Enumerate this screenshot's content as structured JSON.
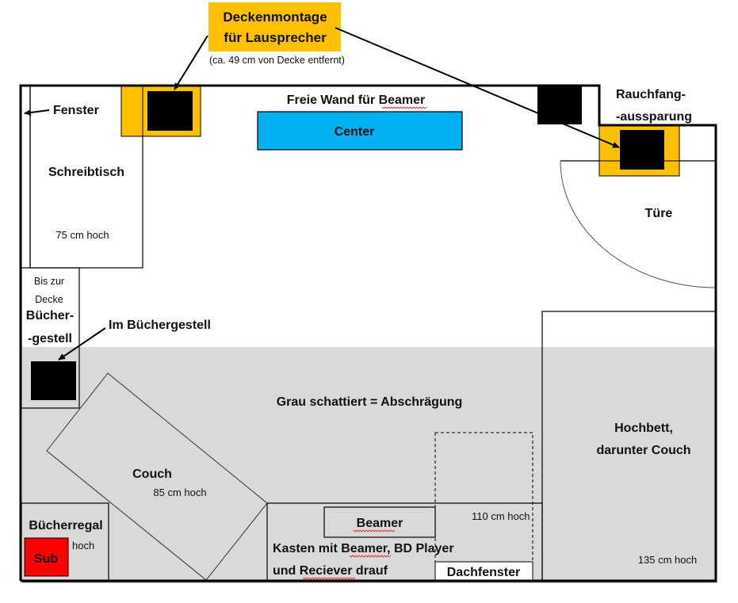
{
  "colors": {
    "speaker_mount": "#FFC000",
    "speaker": "#000000",
    "center": "#00B0F0",
    "subwoofer": "#FF0000",
    "slope_shading": "#D9D9D9",
    "wall": "#000000"
  },
  "callout": {
    "title_line1": "Deckenmontage",
    "title_line2": "für Lausprecher",
    "note": "(ca. 49 cm von Decke entfernt)"
  },
  "labels": {
    "window": "Fenster",
    "free_wall": "Freie Wand für Beamer",
    "center": "Center",
    "chimney_line1": "Rauchfang-",
    "chimney_line2": "-aussparung",
    "desk": "Schreibtisch",
    "desk_height": "75 cm hoch",
    "door": "Türe",
    "shelf_note_line1": "Bis zur",
    "shelf_note_line2": "Decke",
    "shelf_line1": "Bücher-",
    "shelf_line2": "-gestell",
    "in_shelf": "Im Büchergestell",
    "slope_legend": "Grau schattiert = Abschrägung",
    "couch": "Couch",
    "couch_height": "85 cm hoch",
    "loft_bed_line1": "Hochbett,",
    "loft_bed_line2": "darunter Couch",
    "loft_bed_height": "135 cm hoch",
    "bookcase": "Bücherregal",
    "bookcase_height": "hoch",
    "sub": "Sub",
    "beamer": "Beamer",
    "cabinet_line1": "Kasten mit Beamer, BD Player",
    "cabinet_line2": "und Reciever drauf",
    "cabinet_height": "110 cm hoch",
    "skylight": "Dachfenster"
  }
}
